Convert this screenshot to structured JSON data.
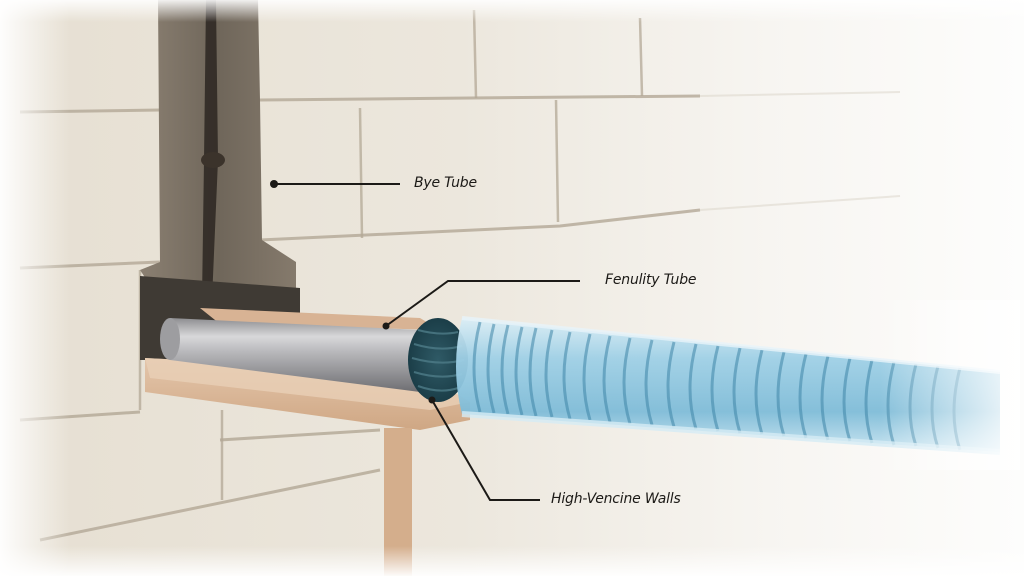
{
  "diagram": {
    "type": "cutaway illustration",
    "subject": "Tube installed through a masonry block wall opening",
    "colors": {
      "wall_block": "#e9e3d8",
      "mortar": "#b7ad9c",
      "exposed_core": "#7a6f62",
      "sill_board": "#d9b597",
      "metal_pipe": "#a9a9ab",
      "corrugated_tube": "#8fc6df",
      "callout_line": "#1c1a17"
    },
    "labels": [
      {
        "id": "bye-tube",
        "text": "Bye Tube"
      },
      {
        "id": "fenulity-tube",
        "text": "Fenulity Tube"
      },
      {
        "id": "high-vencine-walls",
        "text": "High-Vencine Walls"
      }
    ]
  }
}
